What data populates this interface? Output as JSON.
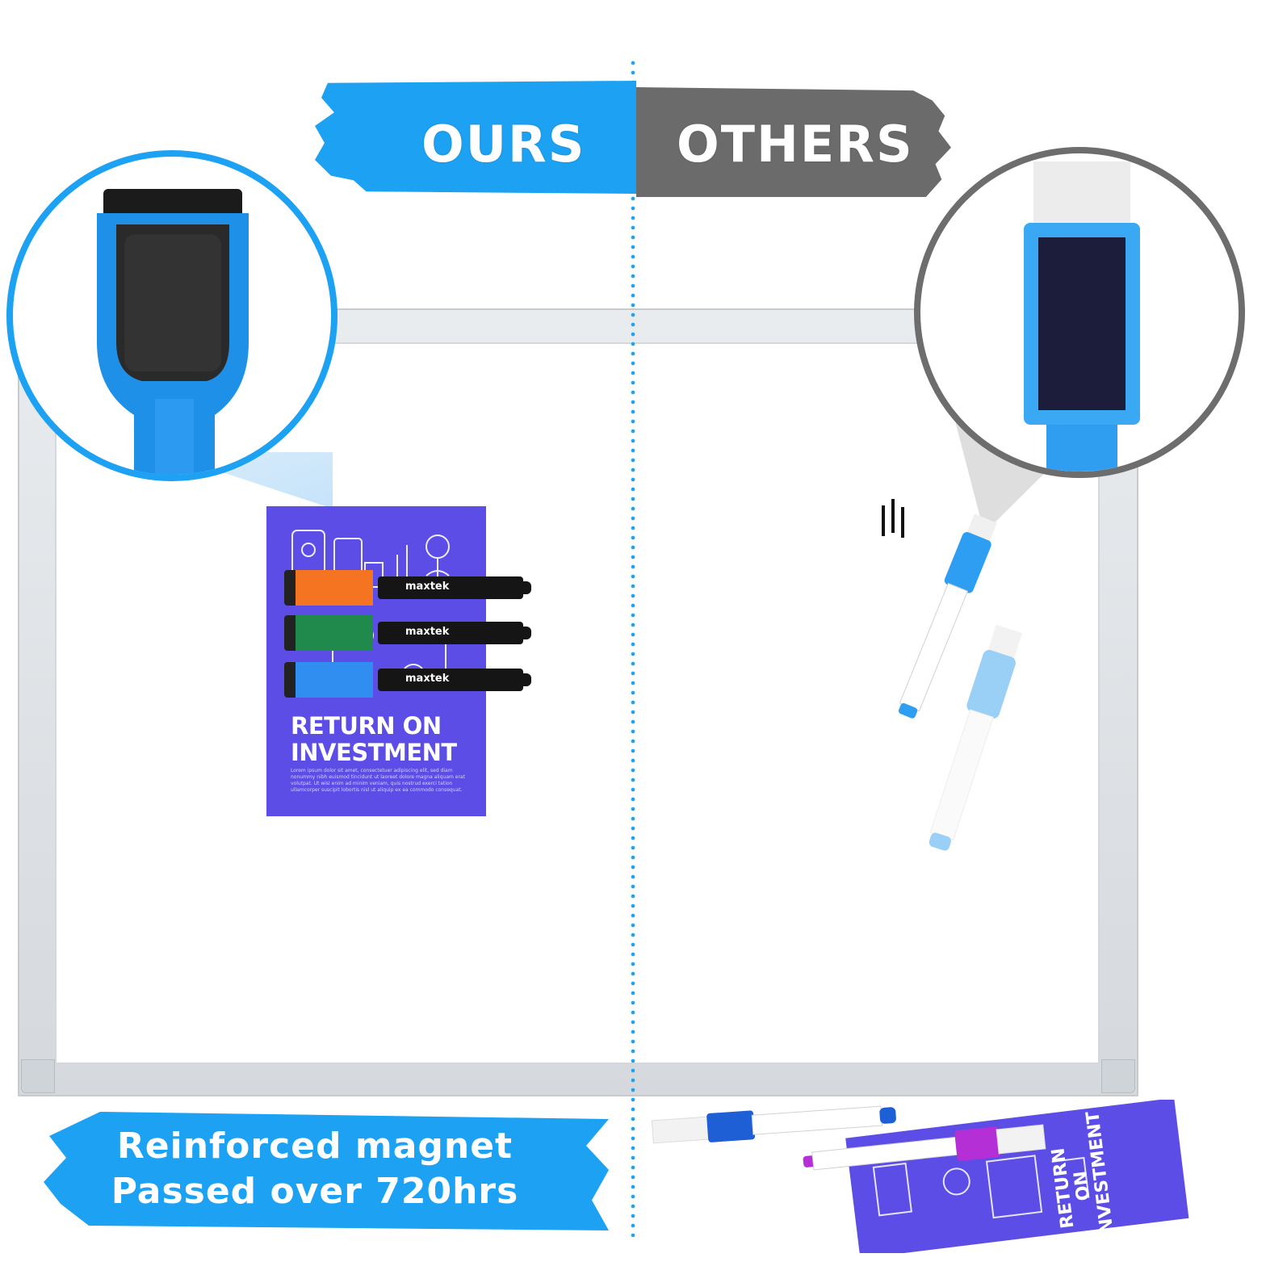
{
  "banners": {
    "ours": "OURS",
    "others": "OTHERS"
  },
  "poster": {
    "title_line1": "RETURN ON",
    "title_line2": "INVESTMENT",
    "body": "Lorem ipsum dolor sit amet, consectetuer adipiscing elit, sed diam nonummy nibh euismod tincidunt ut laoreet dolore magna aliquam erat volutpat. Ut wisi enim ad minim veniam, quis nostrud exerci tation ullamcorper suscipit lobortis nisl ut aliquip ex ea commodo consequat."
  },
  "markers": [
    {
      "brand": "maxtek",
      "cap_color": "#f47421"
    },
    {
      "brand": "maxtek",
      "cap_color": "#1f8a4c"
    },
    {
      "brand": "maxtek",
      "cap_color": "#2f8ef0"
    }
  ],
  "tilted_poster": {
    "title_line1": "RETURN ON",
    "title_line2": "INVESTMENT"
  },
  "claim": {
    "line1": "Reinforced magnet",
    "line2": "Passed over 720hrs"
  },
  "colors": {
    "ours_blue": "#1da1f2",
    "others_gray": "#6b6b6b",
    "poster_purple": "#5b4de6"
  }
}
